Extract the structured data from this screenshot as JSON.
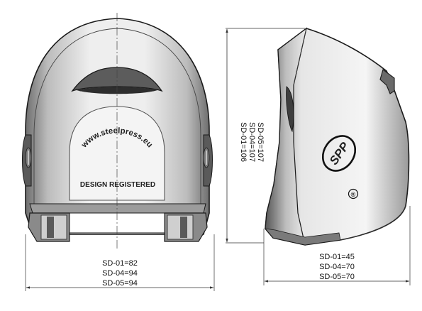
{
  "front_view": {
    "website_text": "www.steelpress.eu",
    "registered_text": "DESIGN REGISTERED",
    "width_dims": [
      "SD-01=82",
      "SD-04=94",
      "SD-05=94"
    ],
    "height_dims": [
      "SD-01=106",
      "SD-04=107",
      "SD-05=107"
    ]
  },
  "side_view": {
    "logo_text": "SPP",
    "registered_mark": "®",
    "depth_dims": [
      "SD-01=45",
      "SD-04=70",
      "SD-05=70"
    ]
  },
  "colors": {
    "outline": "#1a1a1a",
    "shade_dark": "#4a4a4a",
    "shade_mid": "#9a9a9a",
    "shade_light": "#d8d8d8",
    "dim_line": "#333333"
  }
}
